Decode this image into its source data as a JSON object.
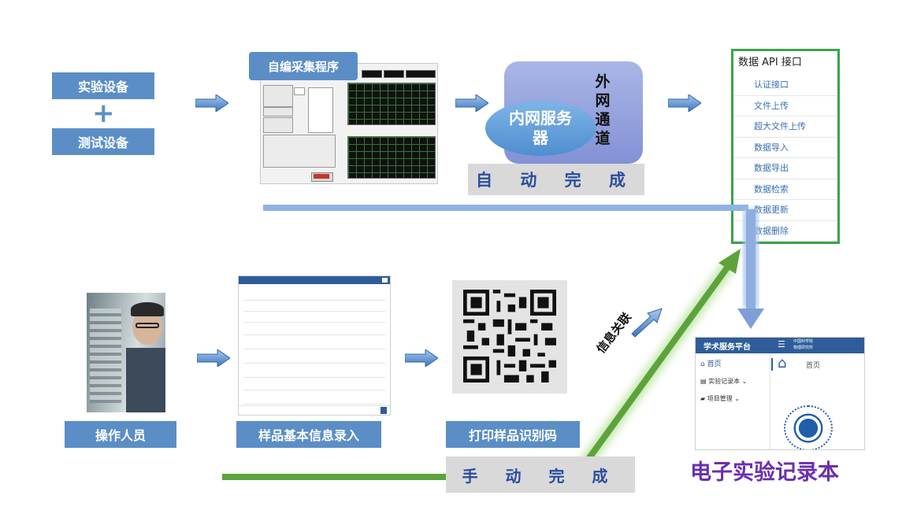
{
  "left_top": {
    "device1": "实验设备",
    "plus": "+",
    "device2": "测试设备"
  },
  "program": {
    "title": "自编采集程序"
  },
  "server": {
    "inner": "内网服务器",
    "outer": "外网通道",
    "band": "自 动 完 成"
  },
  "api": {
    "title": "数据 API 接口",
    "items": [
      "认证接口",
      "文件上传",
      "超大文件上传",
      "数据导入",
      "数据导出",
      "数据检索",
      "数据更新",
      "数据删除"
    ]
  },
  "bottom": {
    "operator": "操作人员",
    "form": "样品基本信息录入",
    "qr": "打印样品识别码",
    "manual": "手 动 完 成",
    "link": "信息关联"
  },
  "notebook": {
    "title": "学术服务平台",
    "org_line1": "中国科学院",
    "org_line2": "物理研究所",
    "menu": [
      "首页",
      "实验记录本",
      "项目管理"
    ],
    "home_tab": "首页",
    "caption": "电子实验记录本"
  },
  "colors": {
    "box_blue": "#5b8ec6",
    "green": "#5da33c",
    "purple": "#6a2fb0",
    "band_text": "#2a4d9e"
  }
}
